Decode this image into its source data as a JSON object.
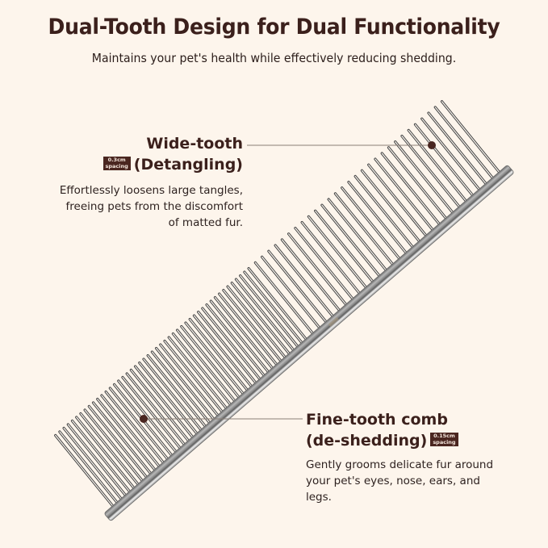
{
  "header": {
    "title": "Dual-Tooth Design for Dual Functionality",
    "subtitle": "Maintains your pet's health while effectively reducing shedding."
  },
  "callouts": {
    "wide_tooth": {
      "title_line1": "Wide-tooth",
      "title_line2": "(Detangling)",
      "badge_line1": "0.3cm",
      "badge_line2": "spacing",
      "body": "Effortlessly loosens large tangles, freeing pets from the discomfort of matted fur.",
      "body_lines": [
        "Effortlessly loosens large tangles,",
        "freeing pets from the discomfort",
        "of matted fur."
      ],
      "dot": [
        535,
        180
      ],
      "line_start": [
        306,
        180
      ]
    },
    "fine_tooth": {
      "title_line1": "Fine-tooth comb",
      "title_line2": "(de-shedding)",
      "badge_line1": "0.15cm",
      "badge_line2": "spacing",
      "body": "Gently grooms delicate fur around your pet's eyes, nose, ears, and legs.",
      "body_lines": [
        "Gently grooms delicate fur around",
        "your pet's eyes, nose, ears, and",
        "legs."
      ],
      "dot": [
        178,
        519
      ],
      "line_end": [
        375,
        519
      ]
    }
  },
  "comb": {
    "spine_start": [
      133,
      641
    ],
    "spine_end": [
      633,
      209
    ],
    "spine_width": 13,
    "tooth_length": 122,
    "tooth_count_fine": 46,
    "tooth_count_wide": 30,
    "fine_fraction": 0.5
  },
  "colors": {
    "background": "#FDF5EC",
    "title": "#3B201C",
    "text": "#2E2220",
    "accent_dot": "#4A2620",
    "badge_bg": "#4A2620",
    "connector": "#8A7F76",
    "tooth_stroke": "#4A4A4A",
    "spine_dark": "#7A7A7A",
    "spine_light": "#E8E8E8"
  }
}
